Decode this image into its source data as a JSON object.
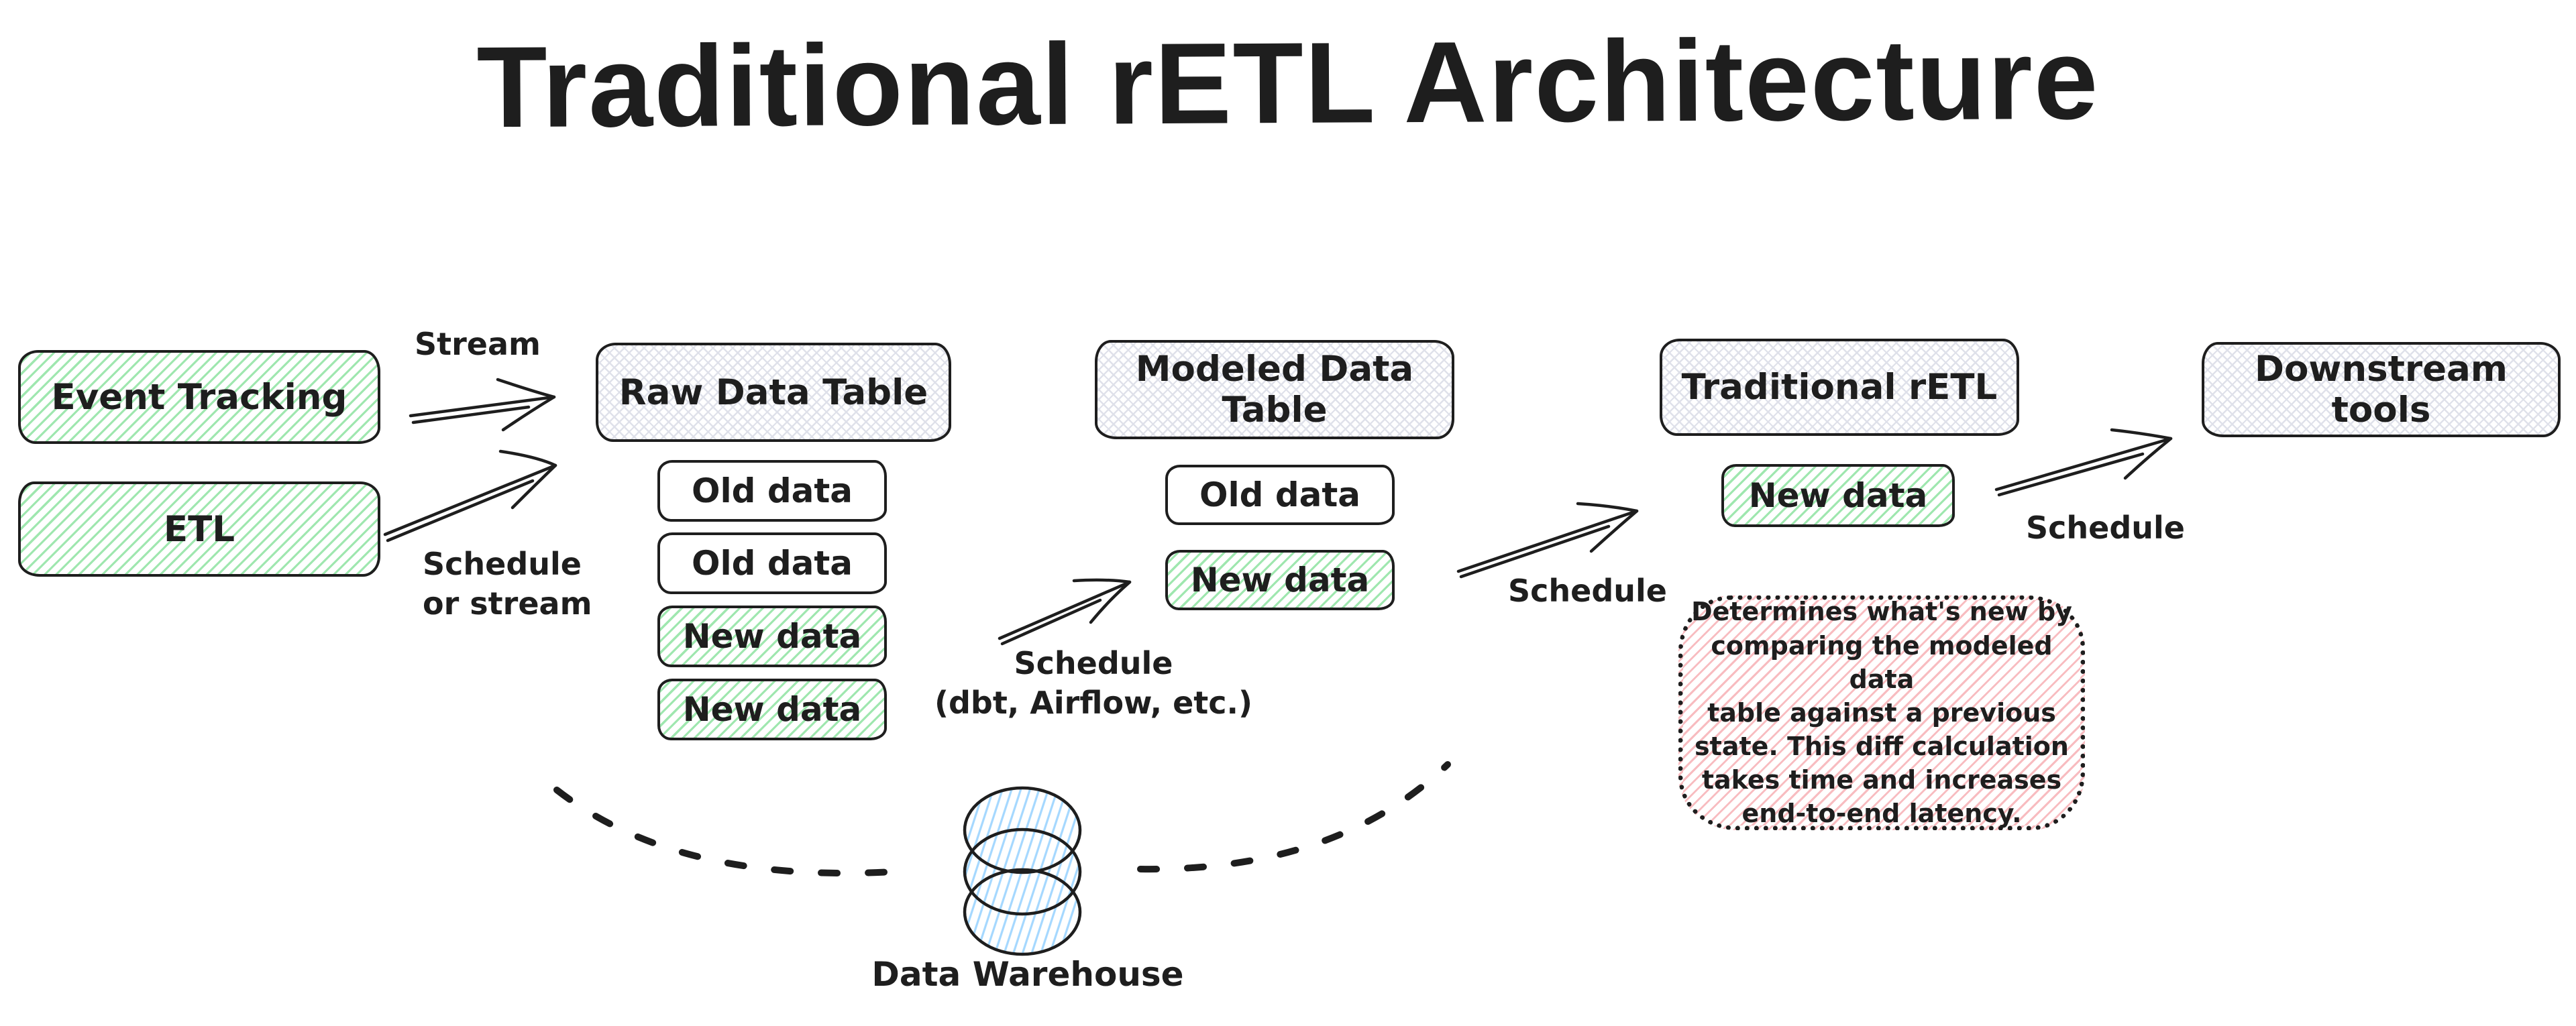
{
  "title": "Traditional rETL Architecture",
  "colors": {
    "ink": "#1e1e1e",
    "green_hatch": "#9fe7af",
    "gray_hatch": "#dfe1ea",
    "pink_hatch": "#f8bcc0",
    "blue_hatch": "#a5d8ff"
  },
  "nodes": {
    "event_tracking": {
      "label": "Event Tracking"
    },
    "etl": {
      "label": "ETL"
    },
    "raw_table": {
      "title": "Raw Data Table",
      "rows": [
        {
          "label": "Old data",
          "type": "old"
        },
        {
          "label": "Old data",
          "type": "old"
        },
        {
          "label": "New data",
          "type": "new"
        },
        {
          "label": "New data",
          "type": "new"
        }
      ]
    },
    "modeled_table": {
      "title": "Modeled Data Table",
      "rows": [
        {
          "label": "Old data",
          "type": "old"
        },
        {
          "label": "New data",
          "type": "new"
        }
      ]
    },
    "traditional_retl": {
      "title": "Traditional rETL",
      "rows": [
        {
          "label": "New data",
          "type": "new"
        }
      ]
    },
    "downstream_tools": {
      "label": "Downstream tools"
    },
    "data_warehouse": {
      "label": "Data Warehouse"
    }
  },
  "edge_labels": {
    "stream": "Stream",
    "schedule_or_stream": "Schedule\nor stream",
    "schedule_dbt": "Schedule\n(dbt, Airflow, etc.)",
    "schedule_mid": "Schedule",
    "schedule_right": "Schedule"
  },
  "note": {
    "text": "Determines what's new by\ncomparing the modeled data\ntable against a previous\nstate. This diff calculation\ntakes time and increases\nend-to-end latency."
  }
}
